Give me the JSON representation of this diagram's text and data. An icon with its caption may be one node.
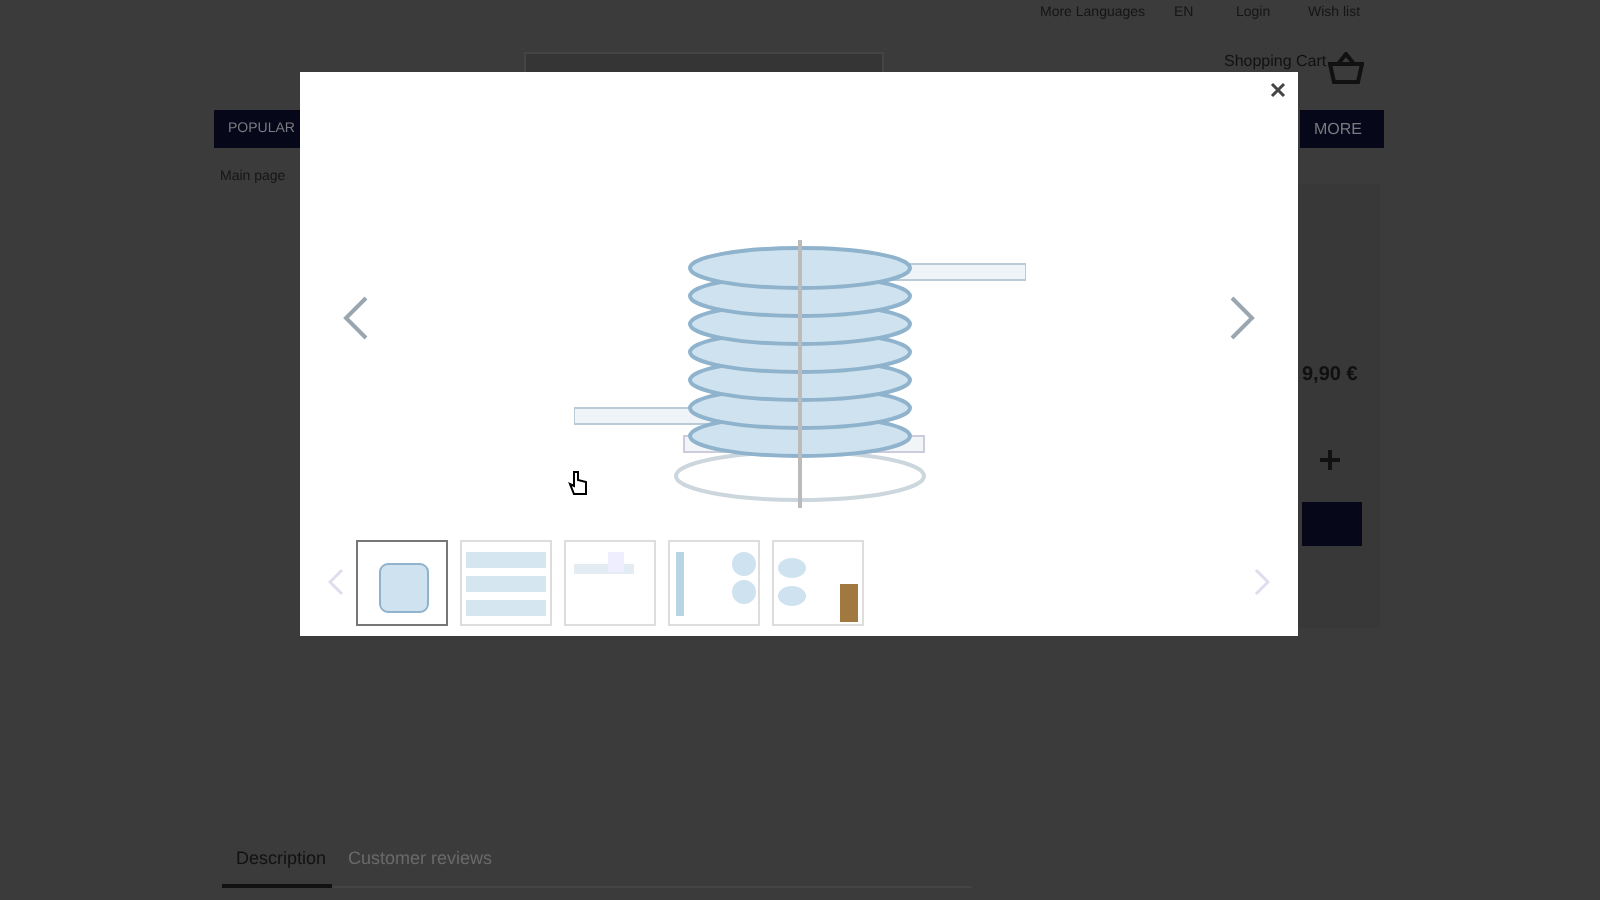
{
  "diagram": {
    "labels": [
      "More Languages",
      "EN",
      "Login",
      "Wish list",
      "Shopping Cart",
      "POPULAR",
      "MORE",
      "Main page",
      "9,90 €",
      "Description",
      "Customer reviews"
    ]
  }
}
